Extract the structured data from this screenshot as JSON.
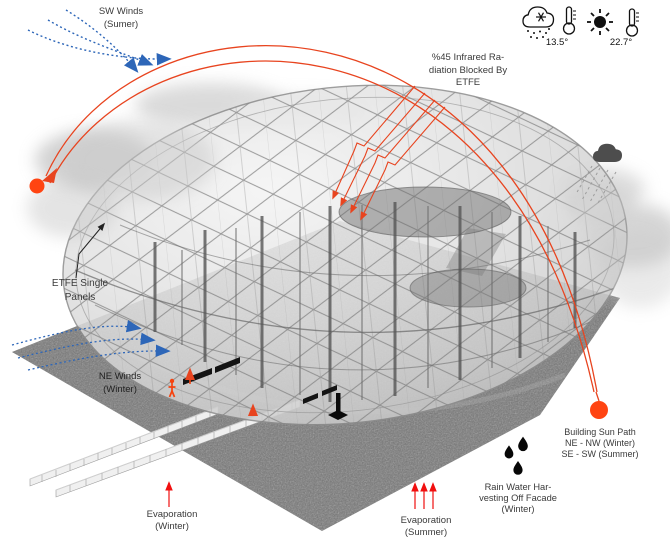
{
  "weather_legend": {
    "winter_temp": "13.5°",
    "summer_temp": "22.7°",
    "icons": [
      "snow-cloud",
      "thermometer",
      "sun",
      "thermometer"
    ]
  },
  "labels": {
    "sw_winds": {
      "line1": "SW Winds",
      "line2": "(Sumer)"
    },
    "ne_winds": {
      "line1": "NE Winds",
      "line2": "(Winter)"
    },
    "etfe_panels": {
      "line1": "ETFE Single",
      "line2": "Panels"
    },
    "infrared_block": {
      "line1": "%45 Infrared Ra-",
      "line2": "diation Blocked By",
      "line3": "ETFE"
    },
    "building_sun_path": {
      "line1": "Building Sun Path",
      "line2": "NE - NW  (Winter)",
      "line3": "SE - SW (Summer)"
    },
    "rain_harvesting": {
      "line1": "Rain Water Har-",
      "line2": "vesting Off Facade",
      "line3": "(Winter)"
    },
    "evaporation_winter": {
      "line1": "Evaporation",
      "line2": "(Winter)"
    },
    "evaporation_summer": {
      "line1": "Evaporation",
      "line2": "(Summer)"
    }
  },
  "colors": {
    "annotation_orange_red": "#e8441f",
    "sun_dot_orange": "#ff4412",
    "wind_blue": "#2d66b8",
    "evaporation_red": "#f10f0f",
    "ground_gray": "#747474",
    "rain_cloud_gray": "#4d4d4d"
  }
}
